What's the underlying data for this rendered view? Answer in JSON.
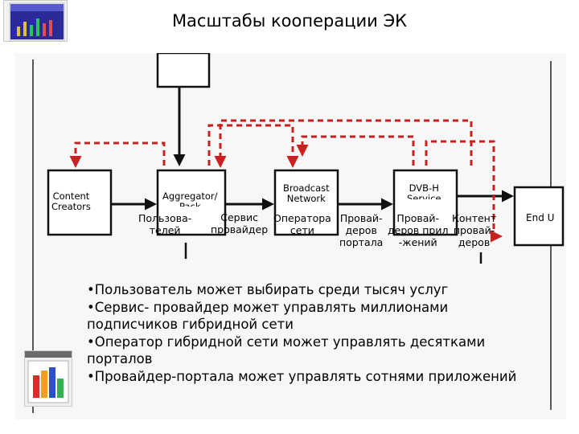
{
  "slide": {
    "title": "Масштабы кооперации ЭК"
  },
  "diagram": {
    "boxes": {
      "content_creators": [
        "Content",
        "Creators"
      ],
      "aggregator": [
        "Aggregator/",
        "Pack"
      ],
      "broadcast": [
        "Broadcast",
        "Network"
      ],
      "dvbh": [
        "DVB-H",
        "Service"
      ],
      "end_user": "End U"
    },
    "labels": {
      "users": [
        "Пользова-",
        "телей"
      ],
      "service_provider": [
        "Сервис",
        "провайдер"
      ],
      "network_operator": [
        "Оператора",
        "сети"
      ],
      "portal_providers": [
        "Провай-",
        "деров",
        "портала"
      ],
      "app_providers": [
        "Провай-",
        "деров прил",
        "-жений"
      ],
      "content_providers": [
        "Контент",
        "провай-",
        "деров"
      ]
    },
    "colors": {
      "arrow_red": "#cc1f1f",
      "outline": "#111111"
    }
  },
  "bullets": [
    "•Пользователь может выбирать среди тысяч услуг",
    "•Сервис- провайдер может управлять миллионами",
    "подписчиков гибридной сети",
    "•Оператор гибридной сети может управлять десятками",
    "порталов",
    "•Провайдер-портала может управлять сотнями приложений"
  ],
  "icons": [
    "slide-thumbnail-icon",
    "chart-thumbnail-icon"
  ]
}
